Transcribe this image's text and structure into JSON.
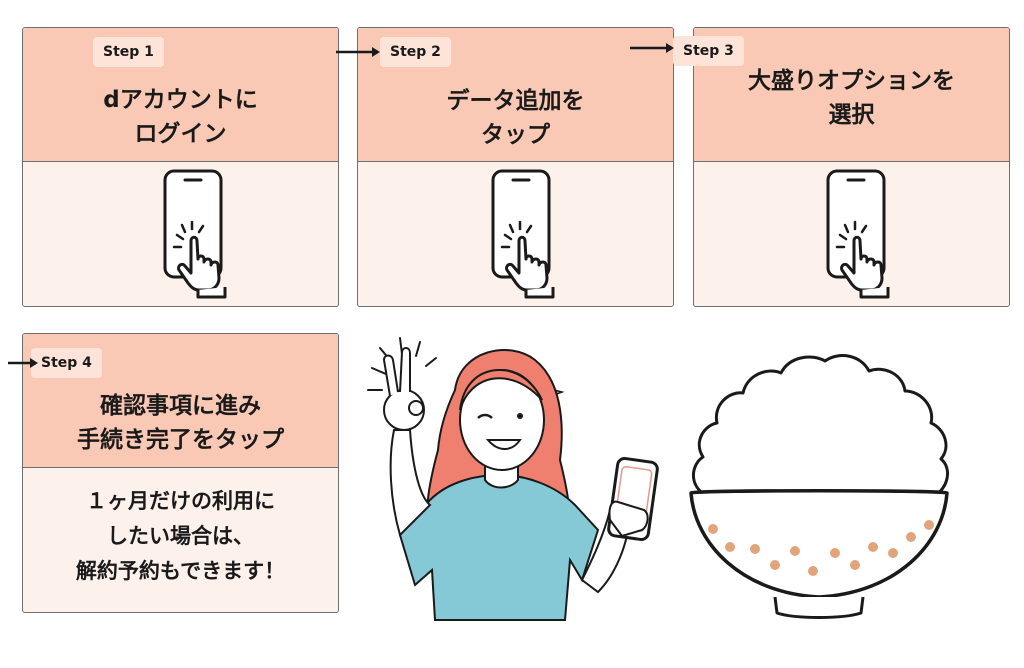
{
  "steps": [
    {
      "badge": "Step 1",
      "title": "dアカウントに\nログイン"
    },
    {
      "badge": "Step 2",
      "title": "データ追加を\nタップ"
    },
    {
      "badge": "Step 3",
      "title": "大盛りオプションを\n選択"
    },
    {
      "badge": "Step 4",
      "title": "確認事項に進み\n手続き完了をタップ"
    }
  ],
  "note": "１ヶ月だけの利用に\nしたい場合は、\n解約予約もできます！",
  "icons": {
    "phone": "phone-tap-icon",
    "arrow": "arrow-right-icon",
    "woman": "woman-ok-gesture-illustration",
    "rice": "rice-bowl-illustration"
  },
  "colors": {
    "card_head": "#f9c9b6",
    "card_body": "#fdf1ec",
    "badge": "#fde3d8",
    "border": "#6f6f6f",
    "hair": "#ef7f6f",
    "shirt": "#86c9d6",
    "bowl_dots": "#e2a57b"
  }
}
